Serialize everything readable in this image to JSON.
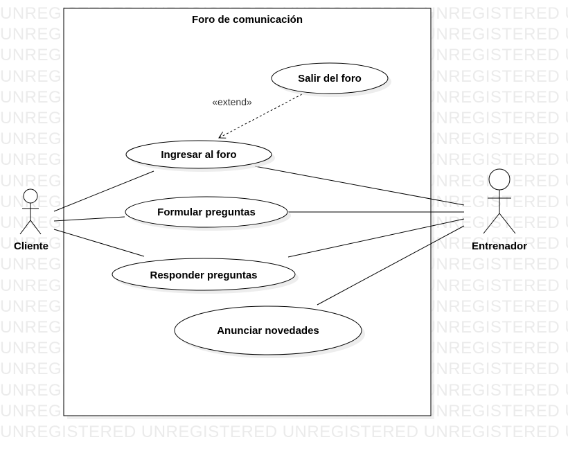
{
  "watermark": {
    "text": "UNREGISTERED UNREGISTERED UNREGISTERED UNREGISTERED UNREGISTERED"
  },
  "system": {
    "title": "Foro de comunicación"
  },
  "actors": {
    "cliente": "Cliente",
    "entrenador": "Entrenador"
  },
  "use_cases": {
    "salir": "Salir del foro",
    "ingresar": "Ingresar al foro",
    "formular": "Formular preguntas",
    "responder": "Responder preguntas",
    "anunciar": "Anunciar novedades"
  },
  "stereotypes": {
    "extend": "«extend»"
  },
  "colors": {
    "line": "#000000",
    "fill": "#ffffff",
    "shadow": "#e6e6e6",
    "watermark": "#ebebeb"
  }
}
